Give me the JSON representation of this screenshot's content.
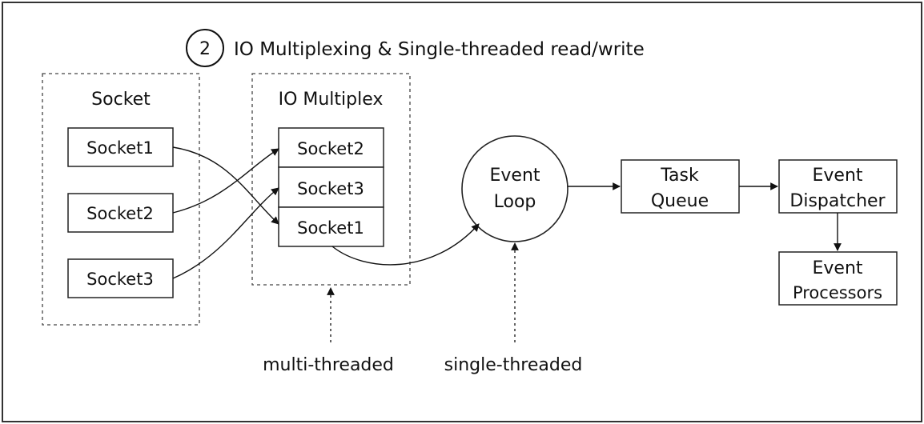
{
  "title": {
    "step_number": "2",
    "text": "IO Multiplexing & Single-threaded read/write"
  },
  "socket_group": {
    "label": "Socket",
    "items": [
      "Socket1",
      "Socket2",
      "Socket3"
    ]
  },
  "multiplex_group": {
    "label": "IO Multiplex",
    "items": [
      "Socket2",
      "Socket3",
      "Socket1"
    ]
  },
  "event_loop": {
    "line1": "Event",
    "line2": "Loop"
  },
  "task_queue": {
    "line1": "Task",
    "line2": "Queue"
  },
  "event_dispatcher": {
    "line1": "Event",
    "line2": "Dispatcher"
  },
  "event_processors": {
    "line1": "Event",
    "line2": "Processors"
  },
  "annotations": {
    "multi_threaded": "multi-threaded",
    "single_threaded": "single-threaded"
  },
  "colors": {
    "frame": "#333333",
    "ink": "#111111",
    "background": "#ffffff"
  }
}
